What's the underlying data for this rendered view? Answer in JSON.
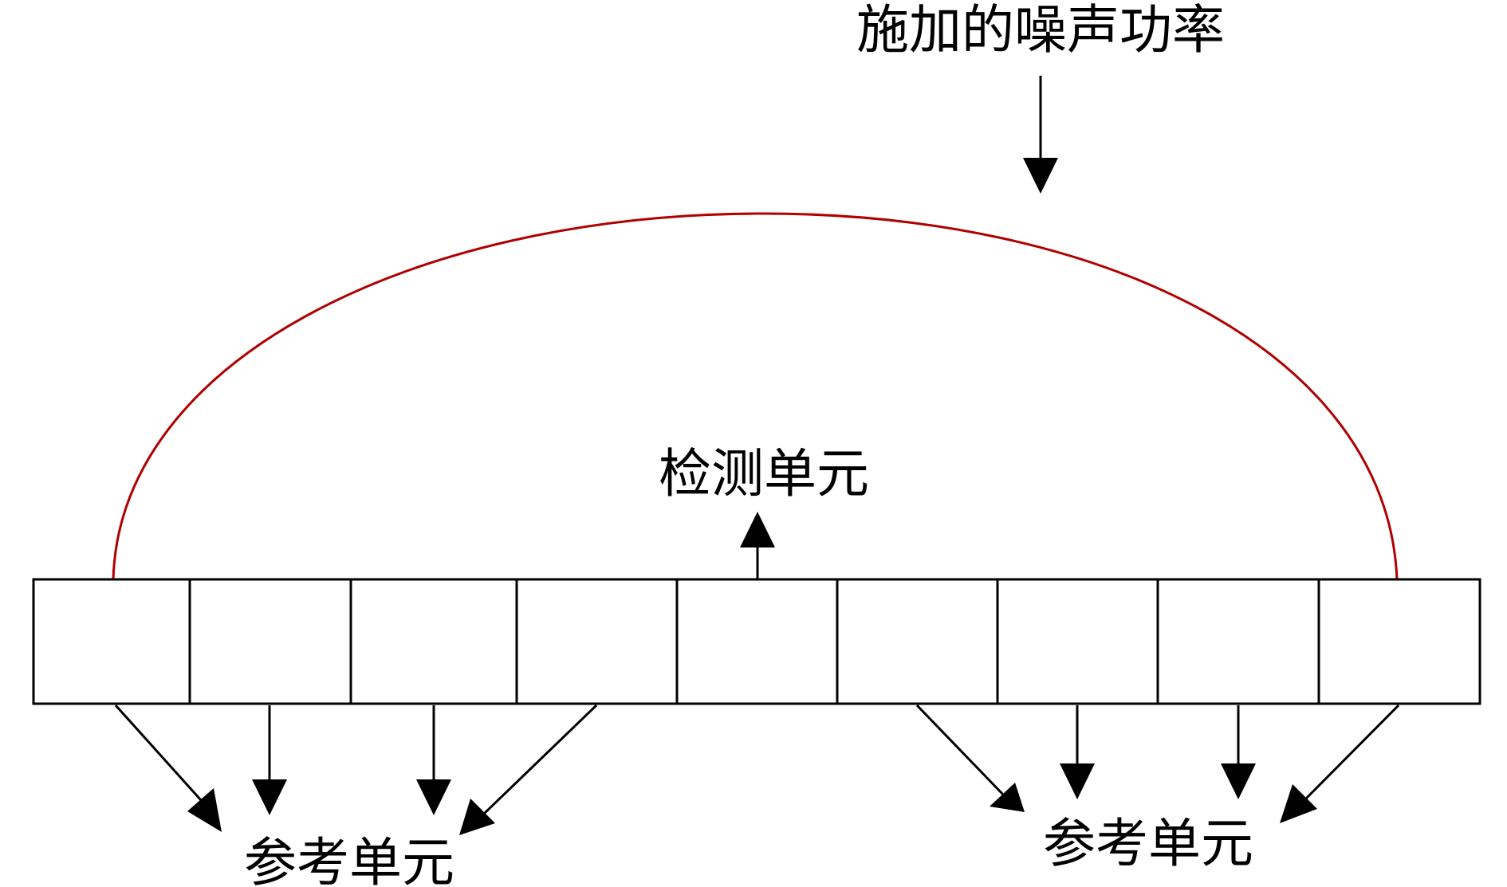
{
  "diagram": {
    "noise_label": "施加的噪声功率",
    "test_cell_label": "检测单元",
    "reference_label_left": "参考单元",
    "reference_label_right": "参考单元",
    "cell_count": 9,
    "colors": {
      "arc": "#b00000",
      "lines": "#000000",
      "background": "#ffffff"
    },
    "icons": [
      "arrow-down-icon",
      "arrow-up-icon"
    ]
  }
}
